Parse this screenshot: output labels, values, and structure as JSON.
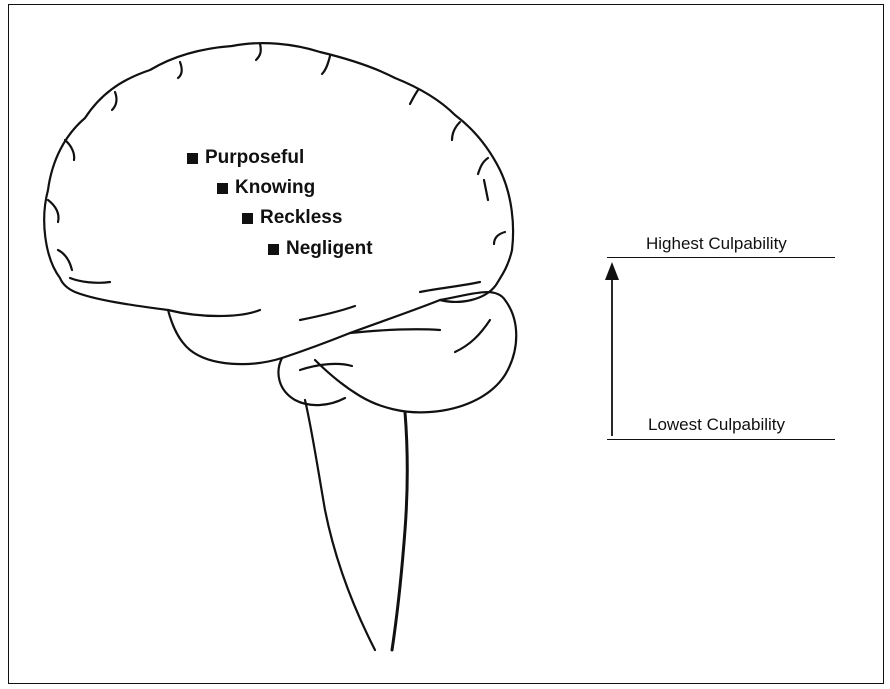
{
  "mental_states": [
    {
      "label": "Purposeful"
    },
    {
      "label": "Knowing"
    },
    {
      "label": "Reckless"
    },
    {
      "label": "Negligent"
    }
  ],
  "scale": {
    "top_label": "Highest Culpability",
    "bottom_label": "Lowest Culpability"
  }
}
